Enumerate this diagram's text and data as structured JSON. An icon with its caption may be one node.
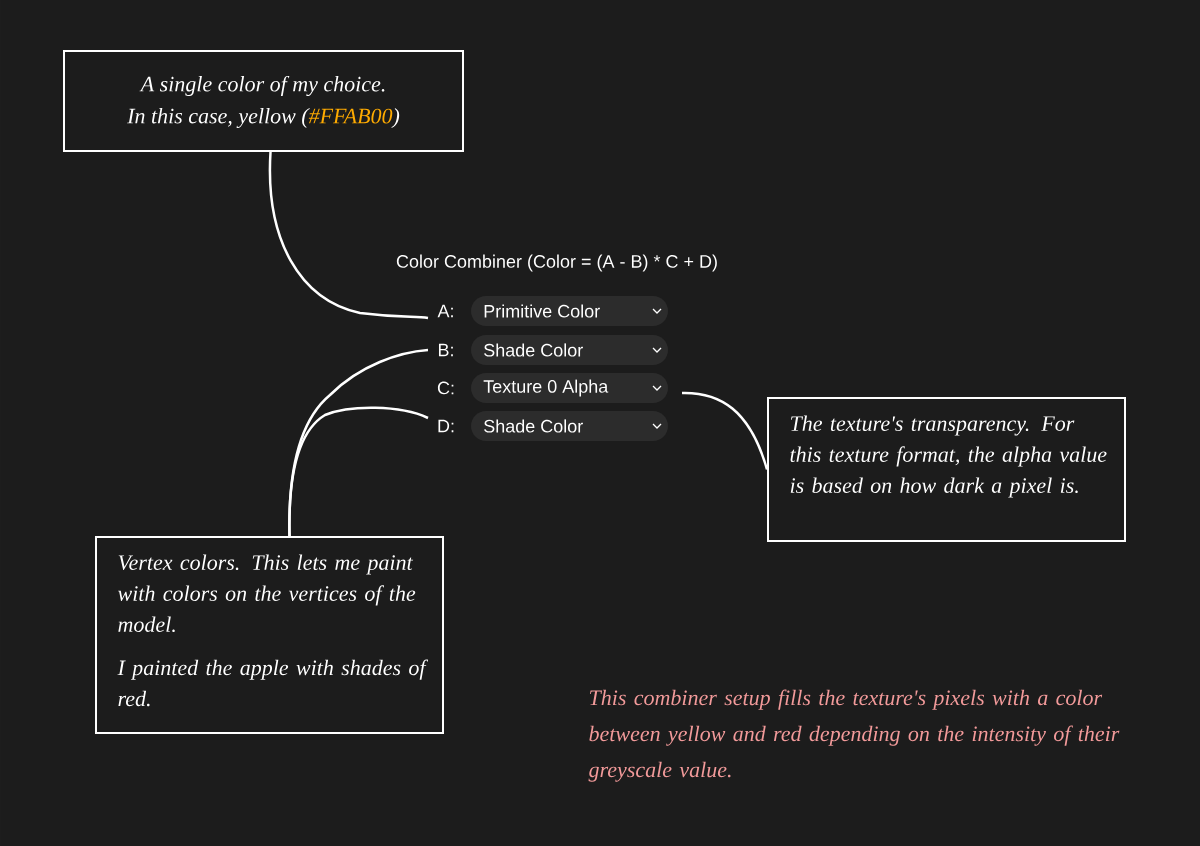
{
  "diagram": {
    "title": "Color Combiner (Color = (A - B) * C + D)",
    "nodes": [
      {
        "text": [
          "A single color of my choice.",
          "In this case, yellow (",
          "#FFAB00",
          ")"
        ]
      },
      {
        "text": [
          "Primitive Color"
        ],
        "beside": [
          "A:"
        ]
      },
      {
        "text": [
          "Shade Color"
        ],
        "beside": [
          "B:"
        ]
      },
      {
        "text": [
          "Texture 0 Alpha"
        ],
        "beside": [
          "C:"
        ]
      },
      {
        "text": [
          "Shade Color"
        ],
        "beside": [
          "D:"
        ]
      },
      {
        "text": [
          "The texture's transparency. For this texture format, the alpha value is based on how dark a pixel is."
        ]
      },
      {
        "text": [
          "Vertex colors. This lets me paint with colors on the vertices of the model.",
          "I painted the apple with shades of red."
        ]
      }
    ],
    "edges": [
      {
        "from": 0,
        "to": 1,
        "arrow": "none"
      },
      {
        "from": 6,
        "to": 2,
        "arrow": "none"
      },
      {
        "from": 6,
        "to": 4,
        "arrow": "none"
      },
      {
        "from": 3,
        "to": 5,
        "arrow": "none"
      }
    ],
    "labels": [
      "This combiner setup fills the texture's pixels with a color between yellow and red depending on the intensity of their greyscale value."
    ]
  }
}
